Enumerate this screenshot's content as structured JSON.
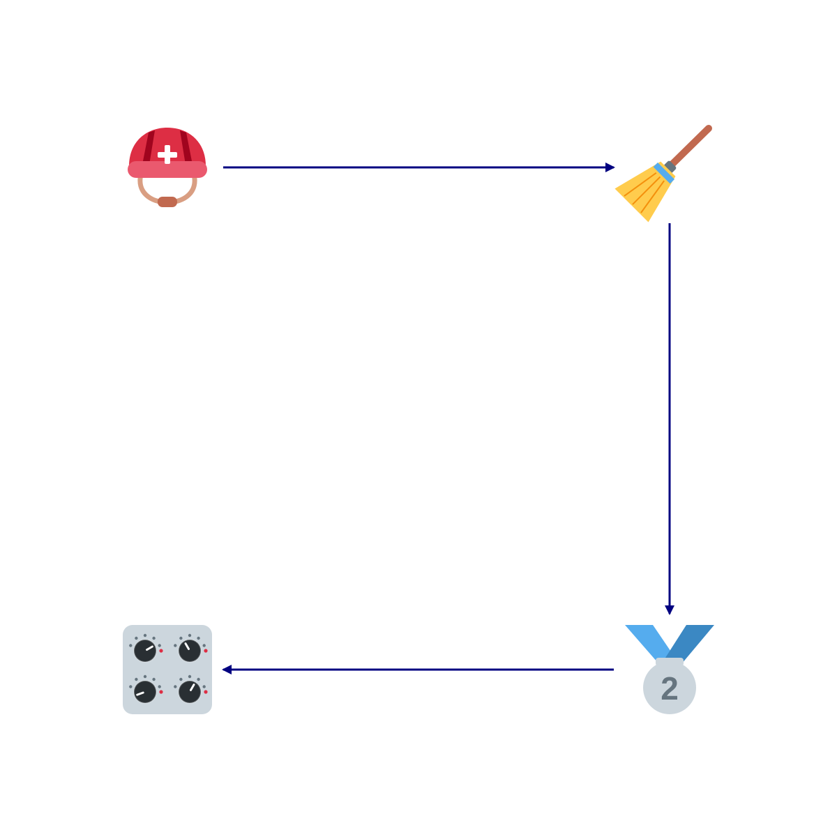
{
  "colors": {
    "background": "#ffffff",
    "arrow": "#000080",
    "helmet_red": "#dd2e44",
    "helmet_dark": "#a0041e",
    "helmet_light": "#ea596e",
    "helmet_strap": "#d99e82",
    "helmet_buckle": "#c1694f",
    "broom_handle": "#c1694f",
    "broom_ferrule": "#66757f",
    "broom_bristles": "#ffcc4d",
    "broom_bristle_lines": "#f4900c",
    "broom_band": "#55acee",
    "medal_ribbon_left": "#55acee",
    "medal_ribbon_right": "#3b88c3",
    "medal_disc": "#ccd6dd",
    "medal_number_color": "#66757f",
    "panel_bg": "#ccd6dd",
    "knob": "#292f33",
    "knob_red": "#dd2e44",
    "knob_dots": "#66757f"
  },
  "nodes": [
    {
      "id": "helmet",
      "icon": "rescue-worker-helmet-icon"
    },
    {
      "id": "broom",
      "icon": "broom-icon"
    },
    {
      "id": "medal",
      "icon": "second-place-medal-icon",
      "number": "2"
    },
    {
      "id": "control-knobs",
      "icon": "control-knobs-icon"
    }
  ],
  "edges": [
    {
      "from": "helmet",
      "to": "broom"
    },
    {
      "from": "broom",
      "to": "medal"
    },
    {
      "from": "medal",
      "to": "control-knobs"
    }
  ]
}
